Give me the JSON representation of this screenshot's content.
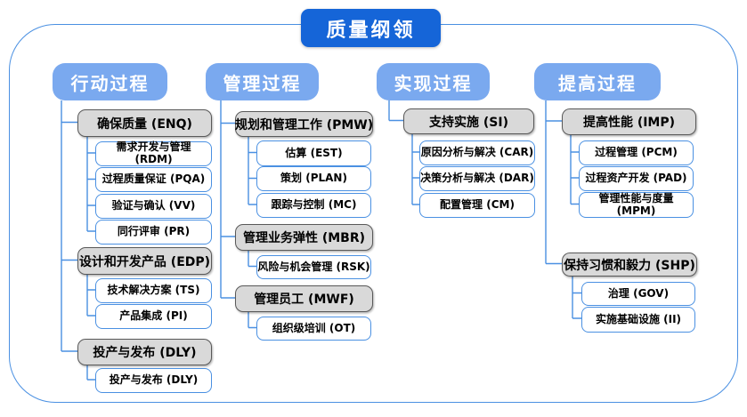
{
  "title": "质量纲领",
  "colors": {
    "title_bg": "#1565d8",
    "header_bg": "#7aa9ef",
    "group_bg": "#d9d9d9",
    "group_border": "#595959",
    "leaf_border": "#4a90e2",
    "connector": "#4a90e2"
  },
  "columns": [
    {
      "header": "行动过程",
      "groups": [
        {
          "label": "确保质量 (ENQ)",
          "children": [
            "需求开发与管理 (RDM)",
            "过程质量保证 (PQA)",
            "验证与确认 (VV)",
            "同行评审 (PR)"
          ]
        },
        {
          "label": "设计和开发产品 (EDP)",
          "children": [
            "技术解决方案 (TS)",
            "产品集成 (PI)"
          ]
        },
        {
          "label": "投产与发布 (DLY)",
          "children": [
            "投产与发布 (DLY)"
          ]
        }
      ]
    },
    {
      "header": "管理过程",
      "groups": [
        {
          "label": "规划和管理工作 (PMW)",
          "children": [
            "估算 (EST)",
            "策划 (PLAN)",
            "跟踪与控制 (MC)"
          ]
        },
        {
          "label": "管理业务弹性 (MBR)",
          "children": [
            "风险与机会管理 (RSK)"
          ]
        },
        {
          "label": "管理员工 (MWF)",
          "children": [
            "组织级培训 (OT)"
          ]
        }
      ]
    },
    {
      "header": "实现过程",
      "groups": [
        {
          "label": "支持实施 (SI)",
          "children": [
            "原因分析与解决 (CAR)",
            "决策分析与解决 (DAR)",
            "配置管理 (CM)"
          ]
        }
      ]
    },
    {
      "header": "提高过程",
      "groups": [
        {
          "label": "提高性能 (IMP)",
          "children": [
            "过程管理 (PCM)",
            "过程资产开发 (PAD)",
            "管理性能与度量 (MPM)"
          ]
        },
        {
          "label": "保持习惯和毅力 (SHP)",
          "children": [
            "治理 (GOV)",
            "实施基础设施 (II)"
          ]
        }
      ]
    }
  ]
}
